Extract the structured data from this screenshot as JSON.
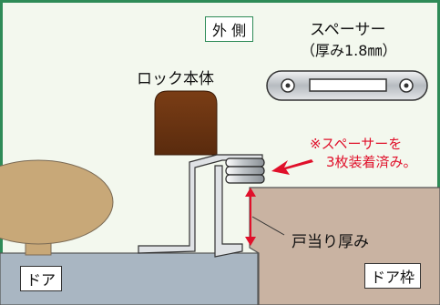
{
  "labels": {
    "outside": "外 側",
    "spacer_name": "スペーサー",
    "spacer_thickness": "（厚み1.8㎜）",
    "lock_body": "ロック本体",
    "note_line1": "※スペーサーを",
    "note_line2": "3枚装着済み。",
    "stop_thickness": "戸当り厚み",
    "door": "ドア",
    "door_frame": "ドア枠"
  },
  "spacer_count": 3,
  "colors": {
    "frame_border": "#2e8b57",
    "background": "#f3f8ee",
    "door": "#a9b6c2",
    "door_frame": "#c9b3a2",
    "lock": "#6b3412",
    "knob": "#c8a878",
    "note": "#e0102a",
    "dimension_arrow": "#e0102a",
    "spacer_plate": "#c7cbd0"
  }
}
